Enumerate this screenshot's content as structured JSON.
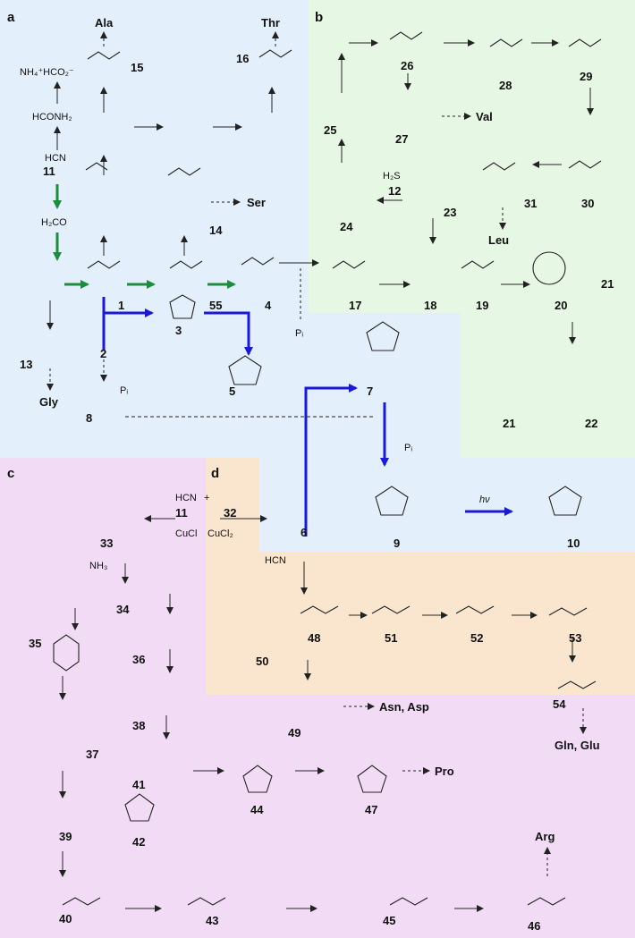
{
  "figure": {
    "panels": [
      {
        "id": "panel-a",
        "label": "a",
        "color": "#e3effa"
      },
      {
        "id": "panel-b",
        "label": "b",
        "color": "#e6f7e4"
      },
      {
        "id": "panel-c",
        "label": "c",
        "color": "#f2dcf5"
      },
      {
        "id": "panel-d",
        "label": "d",
        "color": "#fae6cf"
      }
    ],
    "amino_acids": [
      {
        "id": "ala",
        "text": "Ala"
      },
      {
        "id": "thr",
        "text": "Thr"
      },
      {
        "id": "ser",
        "text": "Ser"
      },
      {
        "id": "gly",
        "text": "Gly"
      },
      {
        "id": "val",
        "text": "Val"
      },
      {
        "id": "leu",
        "text": "Leu"
      },
      {
        "id": "pro",
        "text": "Pro"
      },
      {
        "id": "arg",
        "text": "Arg"
      },
      {
        "id": "asn-asp",
        "text": "Asn, Asp"
      },
      {
        "id": "gln-glu",
        "text": "Gln, Glu"
      }
    ],
    "compounds": [
      {
        "id": "1",
        "text": "1"
      },
      {
        "id": "2",
        "text": "2"
      },
      {
        "id": "3",
        "text": "3"
      },
      {
        "id": "4",
        "text": "4"
      },
      {
        "id": "5",
        "text": "5"
      },
      {
        "id": "6",
        "text": "6"
      },
      {
        "id": "7",
        "text": "7"
      },
      {
        "id": "8",
        "text": "8"
      },
      {
        "id": "9",
        "text": "9"
      },
      {
        "id": "10",
        "text": "10"
      },
      {
        "id": "11",
        "text": "11"
      },
      {
        "id": "11b",
        "text": "11"
      },
      {
        "id": "12",
        "text": "12"
      },
      {
        "id": "13",
        "text": "13"
      },
      {
        "id": "14",
        "text": "14"
      },
      {
        "id": "15",
        "text": "15"
      },
      {
        "id": "16",
        "text": "16"
      },
      {
        "id": "17",
        "text": "17"
      },
      {
        "id": "18",
        "text": "18"
      },
      {
        "id": "19",
        "text": "19"
      },
      {
        "id": "20",
        "text": "20"
      },
      {
        "id": "21",
        "text": "21"
      },
      {
        "id": "21b",
        "text": "21"
      },
      {
        "id": "22",
        "text": "22"
      },
      {
        "id": "23",
        "text": "23"
      },
      {
        "id": "24",
        "text": "24"
      },
      {
        "id": "25",
        "text": "25"
      },
      {
        "id": "26",
        "text": "26"
      },
      {
        "id": "27",
        "text": "27"
      },
      {
        "id": "28",
        "text": "28"
      },
      {
        "id": "29",
        "text": "29"
      },
      {
        "id": "30",
        "text": "30"
      },
      {
        "id": "31",
        "text": "31"
      },
      {
        "id": "32",
        "text": "32"
      },
      {
        "id": "33",
        "text": "33"
      },
      {
        "id": "34",
        "text": "34"
      },
      {
        "id": "35",
        "text": "35"
      },
      {
        "id": "36",
        "text": "36"
      },
      {
        "id": "37",
        "text": "37"
      },
      {
        "id": "38",
        "text": "38"
      },
      {
        "id": "39",
        "text": "39"
      },
      {
        "id": "40",
        "text": "40"
      },
      {
        "id": "41",
        "text": "41"
      },
      {
        "id": "42",
        "text": "42"
      },
      {
        "id": "43",
        "text": "43"
      },
      {
        "id": "44",
        "text": "44"
      },
      {
        "id": "45",
        "text": "45"
      },
      {
        "id": "46",
        "text": "46"
      },
      {
        "id": "47",
        "text": "47"
      },
      {
        "id": "48",
        "text": "48"
      },
      {
        "id": "49",
        "text": "49"
      },
      {
        "id": "50",
        "text": "50"
      },
      {
        "id": "51",
        "text": "51"
      },
      {
        "id": "52",
        "text": "52"
      },
      {
        "id": "53",
        "text": "53"
      },
      {
        "id": "54",
        "text": "54"
      },
      {
        "id": "55",
        "text": "55"
      }
    ],
    "fragments": [
      {
        "id": "nh4",
        "text": "NH₄⁺HCO₂⁻"
      },
      {
        "id": "hconh2",
        "text": "HCONH₂"
      },
      {
        "id": "hcn-a",
        "text": "HCN"
      },
      {
        "id": "h2co",
        "text": "H₂CO"
      },
      {
        "id": "h2s",
        "text": "H₂S"
      },
      {
        "id": "pi-1",
        "text": "Pᵢ"
      },
      {
        "id": "pi-2",
        "text": "Pᵢ"
      },
      {
        "id": "pi-3",
        "text": "Pᵢ"
      },
      {
        "id": "hv",
        "text": "hν"
      },
      {
        "id": "cucl",
        "text": "CuCl"
      },
      {
        "id": "cucl2",
        "text": "CuCl₂"
      },
      {
        "id": "hcn-c",
        "text": "HCN"
      },
      {
        "id": "hcn-d",
        "text": "HCN"
      },
      {
        "id": "nh3",
        "text": "NH₃"
      },
      {
        "id": "plus",
        "text": "+"
      }
    ]
  }
}
